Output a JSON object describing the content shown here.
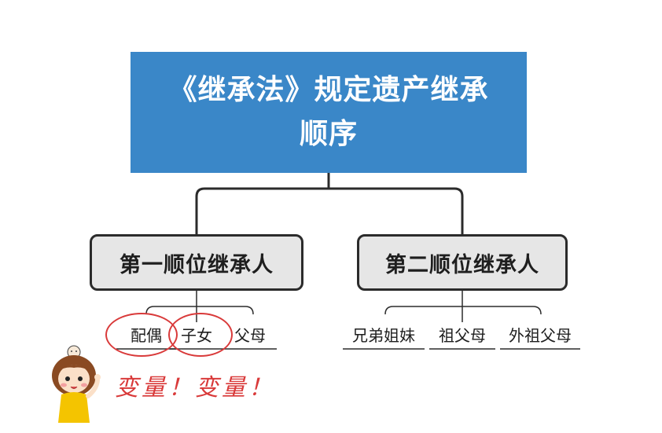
{
  "root": {
    "title": "《继承法》规定遗产继承顺序"
  },
  "branches": [
    {
      "label": "第一顺位继承人"
    },
    {
      "label": "第二顺位继承人"
    }
  ],
  "first_order": [
    "配偶",
    "子女",
    "父母"
  ],
  "second_order": [
    "兄弟姐妹",
    "祖父母",
    "外祖父母"
  ],
  "annotation": "变量！变量！",
  "colors": {
    "root_fill": "#3a87c8",
    "branch_fill": "#e6e6e6",
    "highlight": "#d93a3a"
  },
  "icons": {
    "mascot": "cartoon-girl-icon"
  }
}
